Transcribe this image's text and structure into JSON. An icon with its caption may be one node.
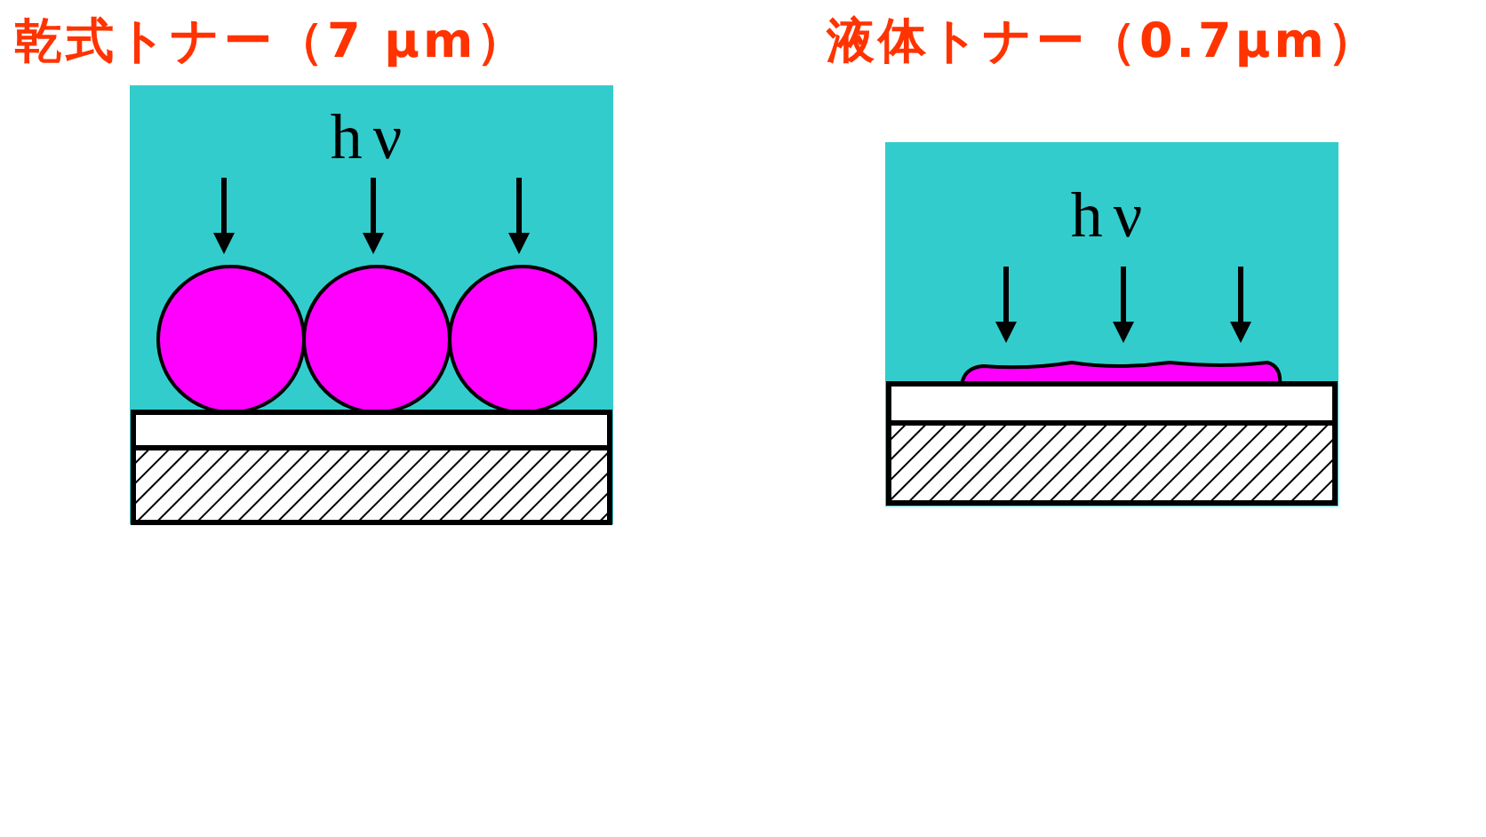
{
  "diagram": {
    "nodes": [
      {
        "text": [
          "乾式トナー（7 μm）",
          "hν"
        ]
      },
      {
        "text": [
          "液体トナー（0.7μm）",
          "hν"
        ]
      }
    ]
  }
}
